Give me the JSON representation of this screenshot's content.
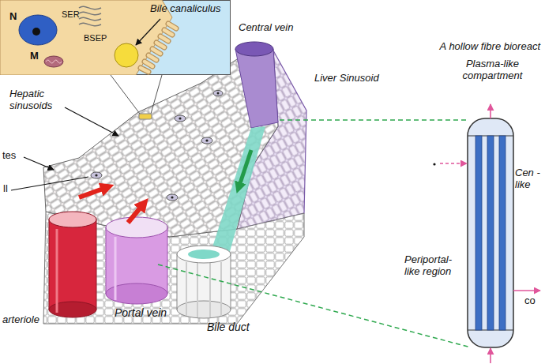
{
  "diagram": {
    "nodes": [
      {
        "text": [
          "N",
          "SER",
          "BSEP",
          "M"
        ]
      },
      {
        "text": [
          "A hollow fibre bioreact",
          "Plasma-like compartment"
        ]
      }
    ],
    "labels": [
      "Bile canaliculus",
      "Central vein",
      "Liver Sinusoid",
      "Hepatic sinusoids",
      "tes",
      "ll",
      "arteriole",
      "Portal vein",
      "Bile duct",
      "Cen -like",
      "Periportal-like region",
      "co"
    ]
  }
}
